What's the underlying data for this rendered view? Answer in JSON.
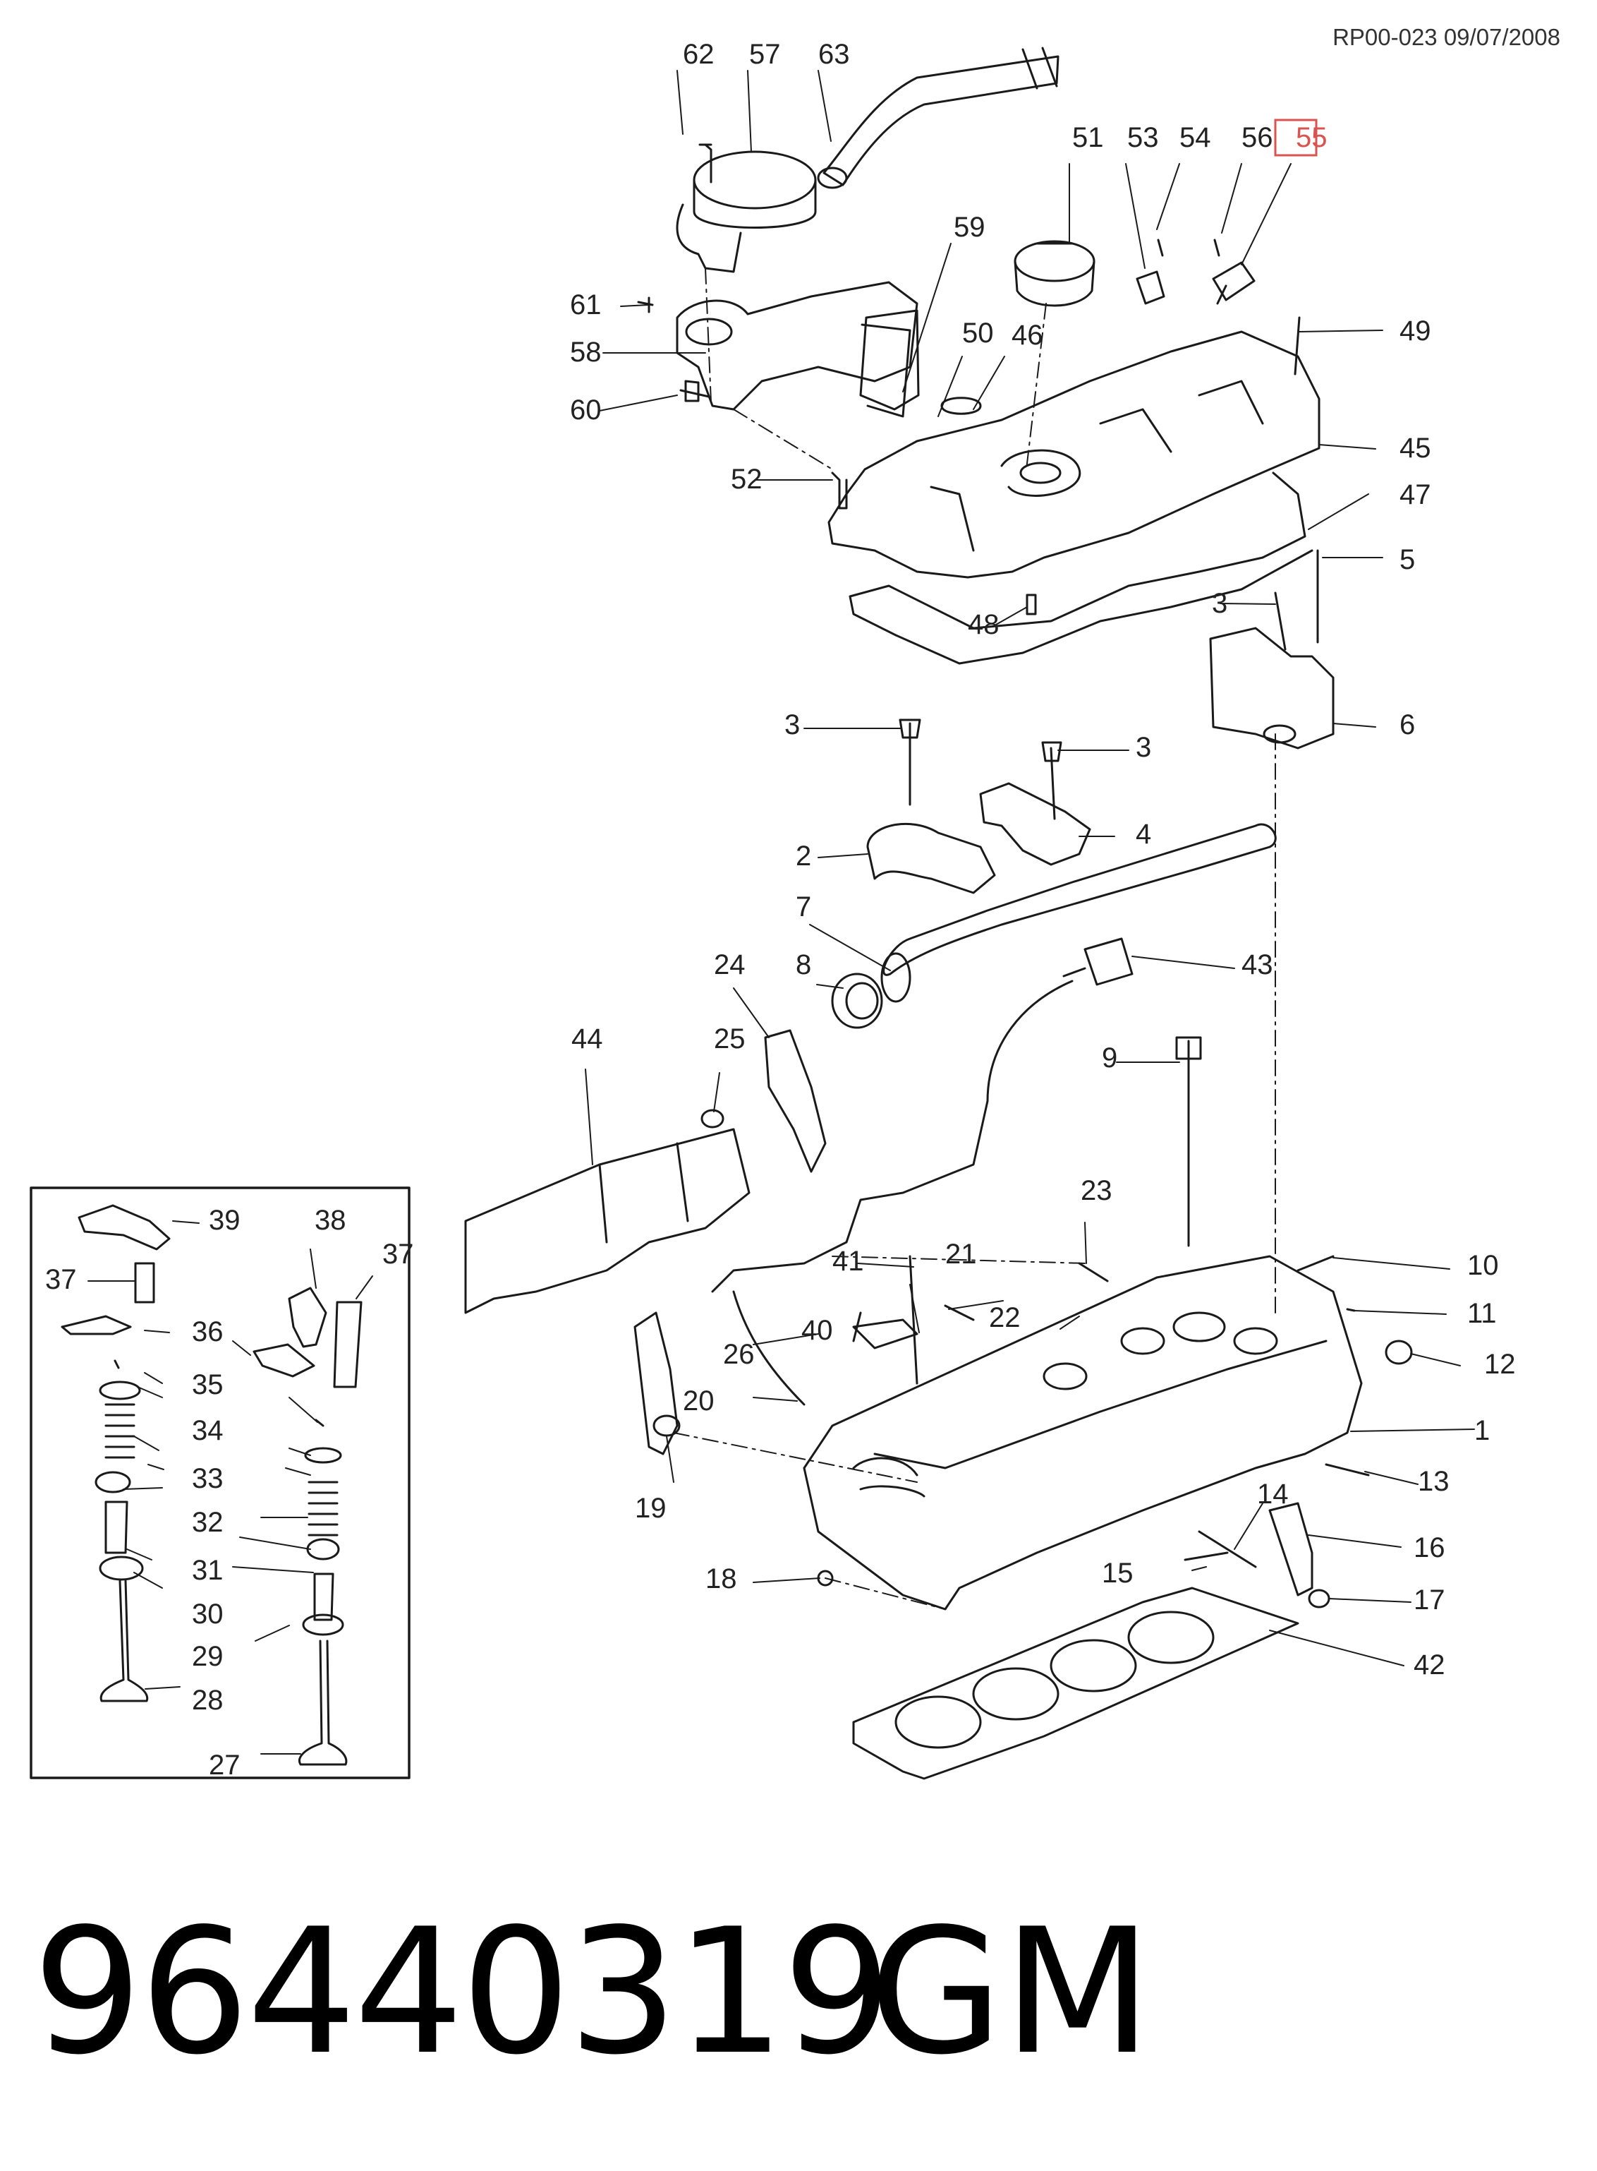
{
  "header": {
    "reference": "RP00-023 09/07/2008"
  },
  "footer": {
    "part_number": "96440319",
    "manufacturer": "GM"
  },
  "callouts": [
    "62",
    "57",
    "63",
    "51",
    "53",
    "54",
    "56",
    "55",
    "59",
    "61",
    "58",
    "60",
    "50",
    "46",
    "49",
    "45",
    "52",
    "47",
    "5",
    "3",
    "48",
    "6",
    "4",
    "2",
    "7",
    "8",
    "43",
    "24",
    "44",
    "25",
    "9",
    "23",
    "10",
    "11",
    "12",
    "39",
    "38",
    "37",
    "36",
    "35",
    "34",
    "33",
    "32",
    "31",
    "30",
    "29",
    "28",
    "27",
    "41",
    "21",
    "22",
    "40",
    "26",
    "20",
    "1",
    "13",
    "19",
    "14",
    "16",
    "18",
    "15",
    "17",
    "42"
  ],
  "highlighted_callout": "55"
}
